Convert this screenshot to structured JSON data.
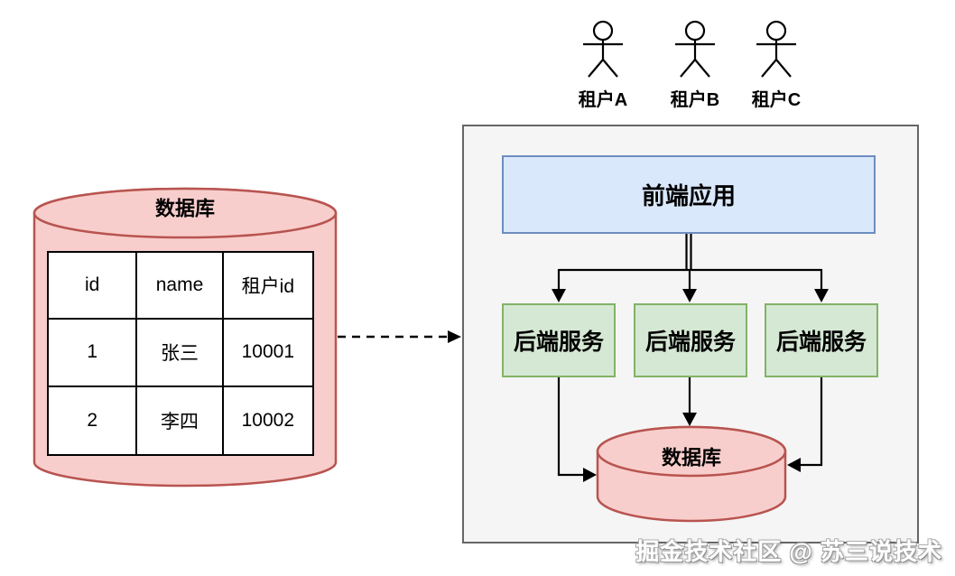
{
  "actors": [
    {
      "label": "租户A"
    },
    {
      "label": "租户B"
    },
    {
      "label": "租户C"
    }
  ],
  "left_database": {
    "title": "数据库",
    "table": {
      "headers": [
        "id",
        "name",
        "租户id"
      ],
      "rows": [
        [
          "1",
          "张三",
          "10001"
        ],
        [
          "2",
          "李四",
          "10002"
        ]
      ]
    }
  },
  "panel": {
    "frontend": {
      "label": "前端应用"
    },
    "backend_services": [
      {
        "label": "后端服务"
      },
      {
        "label": "后端服务"
      },
      {
        "label": "后端服务"
      }
    ],
    "database": {
      "label": "数据库"
    }
  },
  "watermark": "掘金技术社区 @ 苏三说技术",
  "colors": {
    "pink_fill": "#f8cecc",
    "pink_stroke": "#b85450",
    "blue_fill": "#dae8fc",
    "blue_stroke": "#6c8ebf",
    "green_fill": "#d5e8d4",
    "green_stroke": "#82b366",
    "panel_fill": "#f5f5f5",
    "panel_stroke": "#666666",
    "line": "#000000"
  }
}
